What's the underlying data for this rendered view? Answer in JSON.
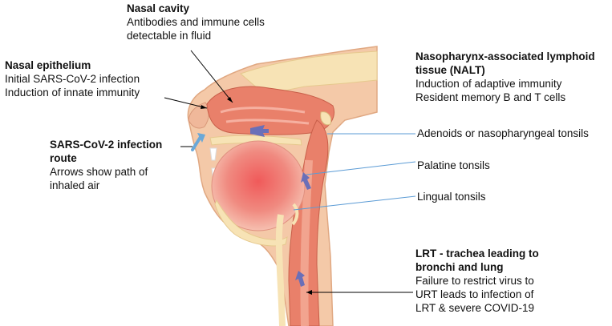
{
  "labels": {
    "nasal_cavity": {
      "title": "Nasal cavity",
      "lines": [
        "Antibodies and immune cells",
        "detectable in fluid"
      ]
    },
    "nasal_epithelium": {
      "title": "Nasal epithelium",
      "lines": [
        "Initial SARS-CoV-2 infection",
        "Induction of innate immunity"
      ]
    },
    "infection_route": {
      "title_lines": [
        "SARS-CoV-2 infection",
        "route"
      ],
      "lines": [
        "Arrows show path of",
        "inhaled air"
      ]
    },
    "nalt": {
      "title_lines": [
        "Nasopharynx-associated lymphoid",
        "tissue (NALT)"
      ],
      "lines": [
        "Induction of adaptive immunity",
        "Resident memory B and T cells"
      ]
    },
    "adenoids": {
      "text": "Adenoids or nasopharyngeal tonsils"
    },
    "palatine": {
      "text": "Palatine tonsils"
    },
    "lingual": {
      "text": "Lingual tonsils"
    },
    "lrt": {
      "title_lines": [
        "LRT - trachea leading to",
        "bronchi and lung"
      ],
      "lines": [
        "Failure to restrict virus to",
        "URT leads to infection of",
        "LRT & severe COVID-19"
      ]
    }
  },
  "colors": {
    "skin": "#f4c9a8",
    "tissue": "#e9806a",
    "airway": "#f2a48f",
    "tongue": "#e23b3b",
    "bone": "#f7e3b5",
    "arrow_air": "#6aa8d8",
    "callout_blue": "#5b9bd5",
    "callout_black": "#000000"
  }
}
